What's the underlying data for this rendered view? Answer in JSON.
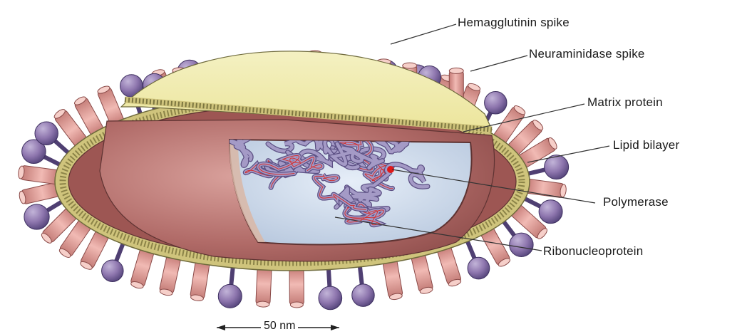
{
  "labels": {
    "hemagglutinin": "Hemagglutinin spike",
    "neuraminidase": "Neuraminidase spike",
    "matrix": "Matrix protein",
    "lipid": "Lipid bilayer",
    "polymerase": "Polymerase",
    "rnp": "Ribonucleoprotein"
  },
  "scale": {
    "label": "50 nm"
  },
  "colors": {
    "spike_pink": "#e9a4a0",
    "spike_dark": "#b86e6c",
    "na_purple": "#8d76ad",
    "na_dark": "#4f3f72",
    "bilayer": "#cfc47c",
    "envelope_top": "#f2efb6",
    "wall": "#a85a58",
    "interior": "#c9d6e8",
    "rnp_strand": "#8e83b4",
    "polymerase": "#e01818"
  }
}
